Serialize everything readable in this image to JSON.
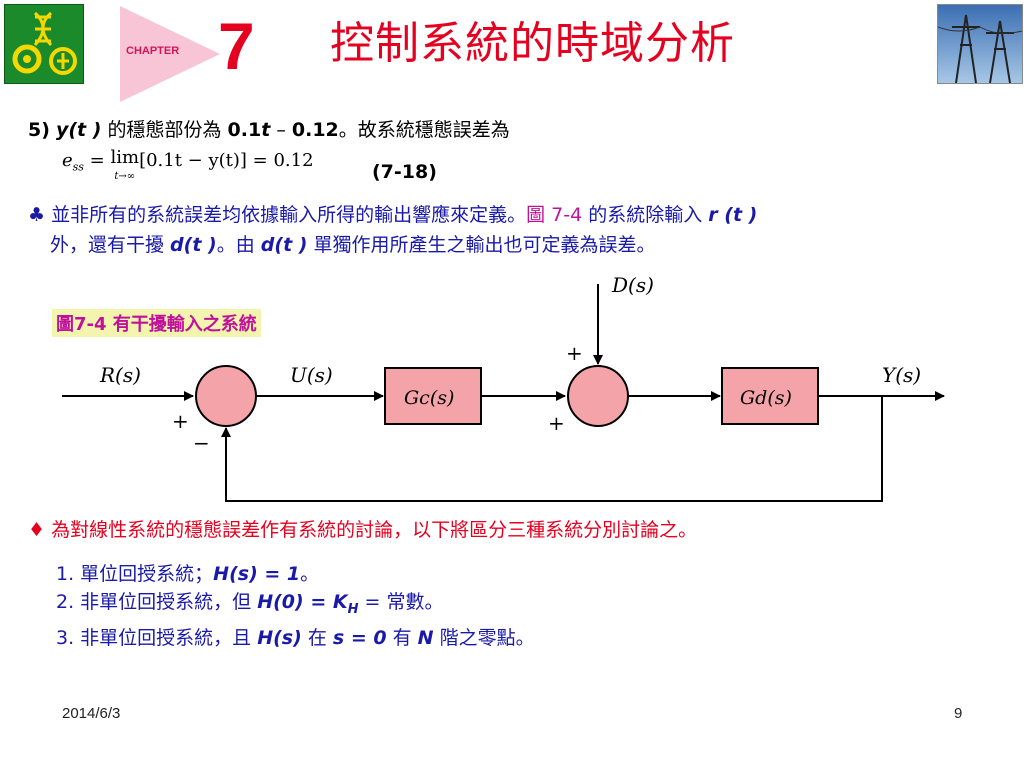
{
  "header": {
    "chapter_label": "CHAPTER",
    "chapter_number": "7",
    "title": "控制系統的時域分析"
  },
  "line1": {
    "num": "5)",
    "y": "y",
    "paren_t": "(t )",
    "text1": " 的穩態部份為 ",
    "val1": "0.1",
    "t": "t",
    "dash": " – ",
    "val2": "0.12",
    "text2": "。故系統穩態誤差為"
  },
  "equation": {
    "lhs": "e",
    "lhs_sub": "ss",
    "eq1": " = ",
    "lim": "lim",
    "lim_sub": "t→∞",
    "bracket": "[0.1t − y(t)] = 0.12",
    "number": "(7-18)"
  },
  "bullet1": {
    "marker": "♣",
    "text1": "並非所有的系統誤差均依據輸入所得的輸出響應來定義。",
    "ref": "圖 7-4",
    "text2": " 的系統除輸入 ",
    "r": "r",
    "r_paren": " (t )",
    "text3": "外，還有干擾 ",
    "d1": "d",
    "d1_paren": "(t )",
    "text4": "。由 ",
    "d2": "d",
    "d2_paren": "(t )",
    "text5": " 單獨作用所產生之輸出也可定義為誤差。"
  },
  "figure": {
    "caption": "圖7-4  有干擾輸入之系統",
    "input": "R(s)",
    "control": "U(s)",
    "block1": "Gc(s)",
    "block2": "Gd(s)",
    "output": "Y(s)",
    "disturbance": "D(s)",
    "sign_plus1": "+",
    "sign_minus": "−",
    "sign_plus2": "+",
    "sign_plus3": "+"
  },
  "bullet2": {
    "marker": "♦",
    "text": "為對線性系統的穩態誤差作有系統的討論，以下將區分三種系統分別討論之。"
  },
  "list": [
    {
      "prefix": "1. 單位回授系統；",
      "math": "H(s) = 1",
      "suffix": "。"
    },
    {
      "prefix": "2. 非單位回授系統，但 ",
      "math": "H(0) = K",
      "sub": "H",
      "suffix": " = 常數。"
    },
    {
      "prefix": "3. 非單位回授系統，且 ",
      "math": "H(s)",
      "mid": " 在 ",
      "math2": "s = 0",
      "mid2": " 有 ",
      "math3": "N",
      "suffix": " 階之零點。"
    }
  ],
  "footer": {
    "date": "2014/6/3",
    "page": "9"
  },
  "colors": {
    "title_red": "#e6001f",
    "text_blue": "#1a1aa8",
    "figure_fill": "#f4a3a8",
    "caption_magenta": "#c0119c"
  }
}
